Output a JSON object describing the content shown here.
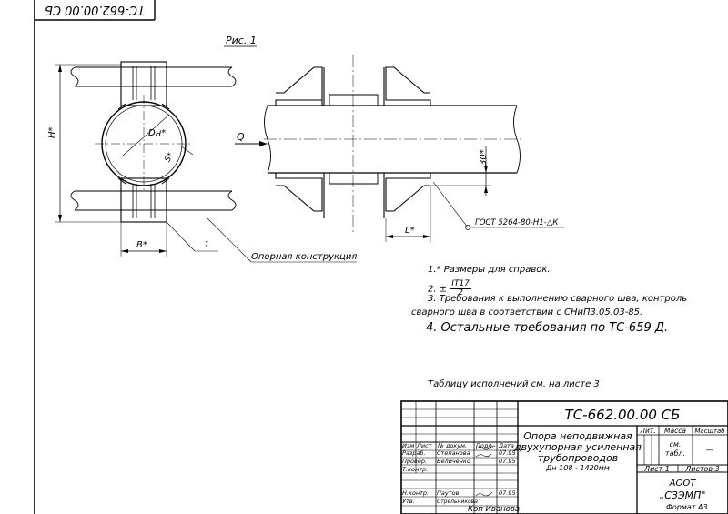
{
  "sheet": {
    "corner_code": "ТС-662.00.00 СБ",
    "figure_label": "Рис. 1",
    "format": "Формат А3",
    "copied_by": "Коп Иванова",
    "sheet_ref": "Таблицу исполнений см. на листе 3"
  },
  "drawing": {
    "dim_h": "Н*",
    "dim_dn": "Dн*",
    "dim_s": "S*",
    "dim_b": "В*",
    "dim_l": "L*",
    "dim_30": "30*",
    "load_q": "Q",
    "leader_1": "1",
    "support_label": "Опорная конструкция",
    "weld_symbol": "ГОСТ 5264-80-Н1-△К"
  },
  "notes": {
    "n1": "1.* Размеры для справок.",
    "n2_prefix": "2. ±",
    "n2_num": "IT17",
    "n2_den": "2",
    "n3_line1": "3. Требования к выполнению сварного шва, контроль",
    "n3_line2": "сварного шва в соответствии с СНиП3.05.03-85.",
    "n4": "4. Остальные требования по ТС-659 Д."
  },
  "title_block": {
    "doc_number": "ТС-662.00.00 СБ",
    "title_line1": "Опора неподвижная",
    "title_line2": "двухупорная усиленная",
    "title_line3": "трубопроводов",
    "title_line4": "Дн 108 - 1420мм",
    "col_lit": "Лит.",
    "col_mass": "Масса",
    "col_scale": "Масштаб",
    "mass_value_line1": "см.",
    "mass_value_line2": "табл.",
    "scale_value": "—",
    "sheet_label": "Лист 1",
    "sheets_label": "Листов 3",
    "org_line1": "АООТ",
    "org_line2": "„СЗЭМП\"",
    "hdr_izm": "Изм",
    "hdr_list": "Лист",
    "hdr_docnum": "№ докум.",
    "hdr_sign": "Подп.",
    "hdr_date": "Дата",
    "r_razrab": "Разраб.",
    "r_prover": "Провер.",
    "r_tkontr": "Т.контр.",
    "r_nkontr": "Н.контр.",
    "r_utv": "Утв.",
    "n_razrab": "Степанова",
    "n_prover": "Величенко",
    "n_nkontr": "Паутов",
    "n_utv": "Стрельникова",
    "d_razrab": "07.95",
    "d_prover": "07.95",
    "d_nkontr": "07.95"
  }
}
